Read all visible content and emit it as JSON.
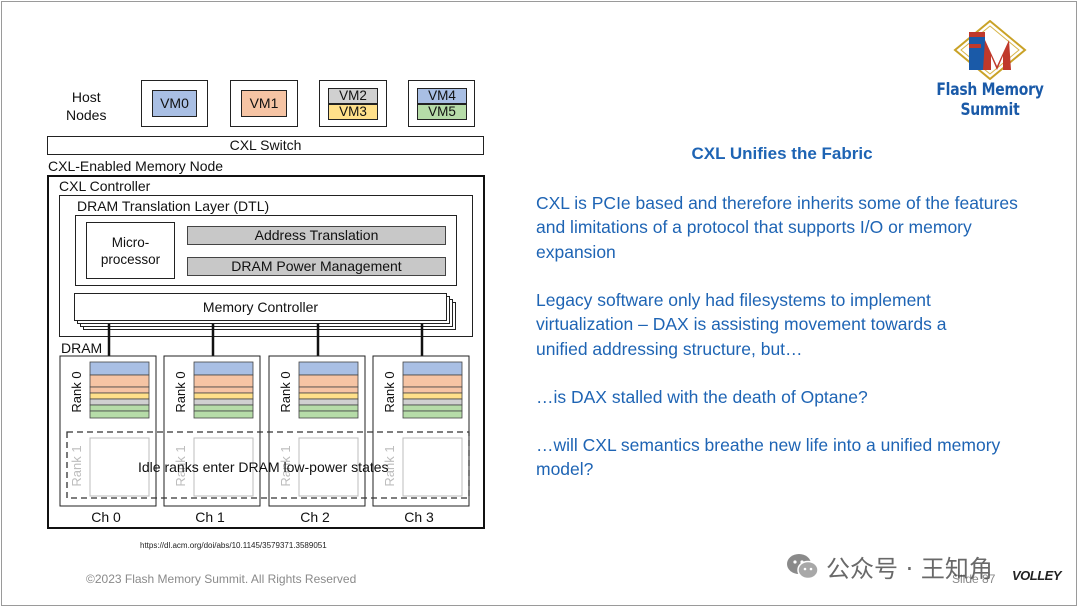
{
  "logo": {
    "text": "Flash Memory Summit",
    "colors": {
      "gold": "#c9a227",
      "red": "#c0392b",
      "blue": "#1a5aa8"
    }
  },
  "title": "CXL Unifies the Fabric",
  "paragraphs": [
    "CXL is PCIe based and therefore inherits some of the features and limitations of a protocol that supports I/O or memory expansion",
    "Legacy software only had filesystems to implement virtualization – DAX is assisting movement towards a unified addressing structure, but…",
    "…is DAX stalled with the death of Optane?",
    "…will CXL semantics breathe new life into a unified memory model?"
  ],
  "diagram": {
    "host_nodes": "Host\nNodes",
    "vms": [
      "VM0",
      "VM1",
      "VM2",
      "VM3",
      "VM4",
      "VM5"
    ],
    "cxl_switch": "CXL Switch",
    "memory_node": "CXL-Enabled Memory Node",
    "controller": "CXL Controller",
    "dtl": "DRAM Translation Layer (DTL)",
    "microprocessor": "Micro-\nprocessor",
    "address_translation": "Address Translation",
    "power_mgmt": "DRAM Power Management",
    "memory_controller": "Memory Controller",
    "dram": "DRAM",
    "rank0": "Rank 0",
    "rank1": "Rank 1",
    "idle_note": "Idle ranks enter DRAM low-power states",
    "channels": [
      "Ch 0",
      "Ch 1",
      "Ch 2",
      "Ch 3"
    ],
    "colors": {
      "vm0": "#a9bfe4",
      "vm1": "#f6c4a4",
      "vm2": "#d0d0d0",
      "vm3": "#ffe08a",
      "vm4": "#a9bfe4",
      "vm5": "#b6dca8",
      "gray": "#c8c8c8"
    }
  },
  "url": "https://dl.acm.org/doi/abs/10.1145/3579371.3589051",
  "footer": "©2023 Flash Memory Summit. All Rights Reserved",
  "slide": "Slide 87",
  "watermark": "公众号 · 王知角",
  "volley": "VOLLEY"
}
